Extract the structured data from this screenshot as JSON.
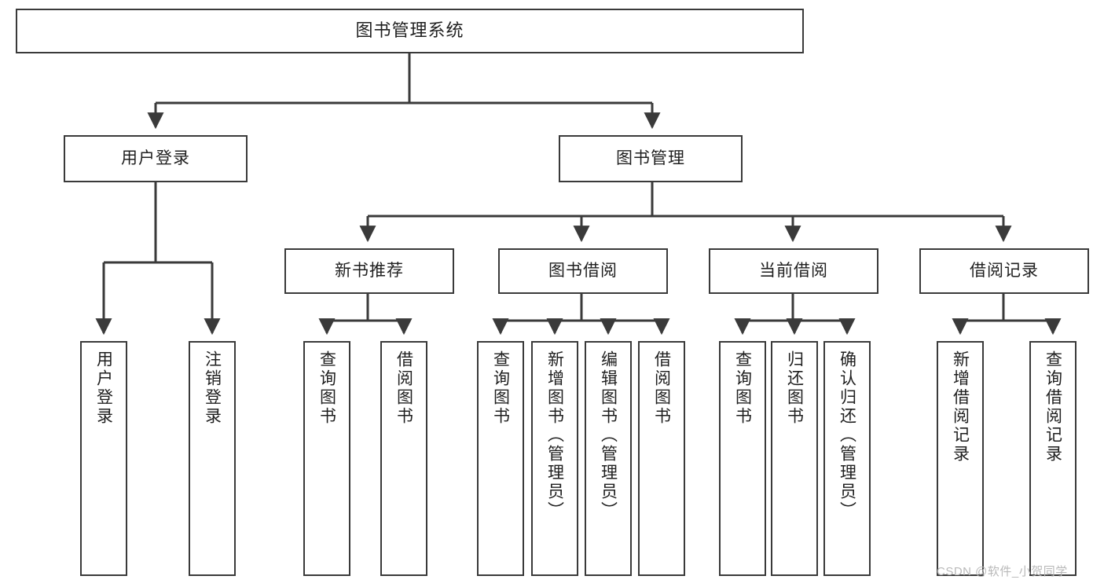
{
  "diagram": {
    "title": "图书管理系统",
    "type": "tree",
    "watermark": "CSDN @软件_小贺同学",
    "colors": {
      "box_border": "#3a3a3a",
      "box_fill": "#ffffff",
      "edge": "#3a3a3a",
      "text": "#1f1f1f",
      "watermark": "#b9b9b9",
      "background": "#ffffff"
    },
    "root": {
      "label": "图书管理系统"
    },
    "level2": [
      {
        "label": "用户登录"
      },
      {
        "label": "图书管理"
      }
    ],
    "level3": [
      {
        "label": "新书推荐"
      },
      {
        "label": "图书借阅"
      },
      {
        "label": "当前借阅"
      },
      {
        "label": "借阅记录"
      }
    ],
    "leaves": {
      "user_login": [
        {
          "label": "用户登录"
        },
        {
          "label": "注销登录"
        }
      ],
      "new_book": [
        {
          "label": "查询图书"
        },
        {
          "label": "借阅图书"
        }
      ],
      "book_borrow": [
        {
          "label": "查询图书"
        },
        {
          "label": "新增图书（管理员）"
        },
        {
          "label": "编辑图书（管理员）"
        },
        {
          "label": "借阅图书"
        }
      ],
      "current_borrow": [
        {
          "label": "查询图书"
        },
        {
          "label": "归还图书"
        },
        {
          "label": "确认归还（管理员）"
        }
      ],
      "borrow_record": [
        {
          "label": "新增借阅记录"
        },
        {
          "label": "查询借阅记录"
        }
      ]
    }
  }
}
